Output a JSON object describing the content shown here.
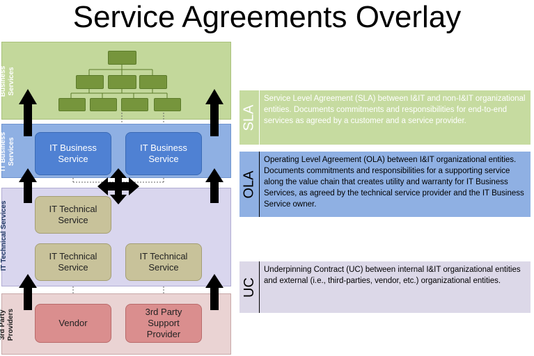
{
  "title": "Service Agreements Overlay",
  "layers": {
    "business": "Business Services",
    "it_business": "IT Business Services",
    "it_technical": "IT Technical Services",
    "third_party": "3rd Party Providers"
  },
  "boxes": {
    "it_business_1": "IT Business Service",
    "it_business_2": "IT Business Service",
    "it_technical_top": "IT Technical Service",
    "it_technical_left": "IT Technical Service",
    "it_technical_right": "IT Technical Service",
    "vendor": "Vendor",
    "third_party_support": "3rd Party Support Provider"
  },
  "agreements": {
    "sla": {
      "tag": "SLA",
      "text": "Service Level Agreement (SLA) between I&IT and non-I&IT organizational entities. Documents commitments and responsibilities for end-to-end services as agreed by a customer and a service provider."
    },
    "ola": {
      "tag": "OLA",
      "text": "Operating Level Agreement (OLA) between I&IT organizational entities. Documents commitments and responsibilities for a supporting service along the value chain that creates utility and warranty for IT Business Services, as agreed by the technical service provider and the IT Business Service owner."
    },
    "uc": {
      "tag": "UC",
      "text": "Underpinning Contract (UC) between internal I&IT organizational entities and external (i.e., third-parties, vendor, etc.) organizational entities."
    }
  },
  "colors": {
    "business_layer": "#c3d89b",
    "it_business_layer": "#8fb0e3",
    "it_technical_layer": "#d9d6ee",
    "third_party_layer": "#ead3d3",
    "sla_panel": "#c6dba0",
    "ola_panel": "#8fb0e3",
    "uc_panel": "#dcd8e8"
  }
}
